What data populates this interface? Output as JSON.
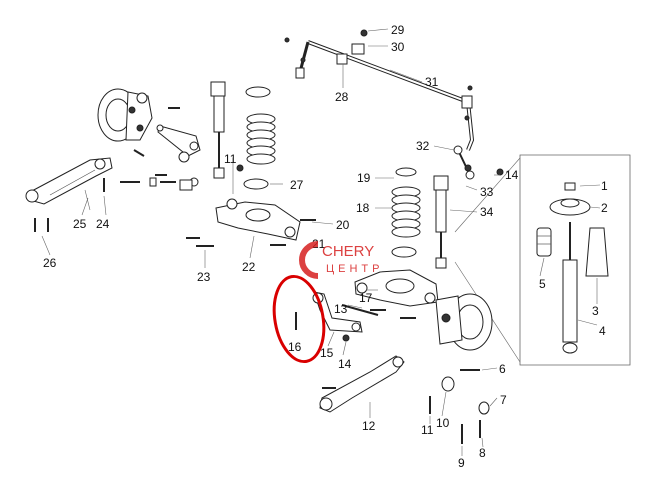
{
  "diagram": {
    "callouts": [
      "1",
      "2",
      "3",
      "4",
      "5",
      "6",
      "7",
      "8",
      "9",
      "10",
      "11",
      "12",
      "13",
      "14",
      "15",
      "16",
      "17",
      "18",
      "19",
      "20",
      "21",
      "22",
      "23",
      "24",
      "25",
      "26",
      "27",
      "28",
      "29",
      "30",
      "31",
      "32",
      "33",
      "34"
    ],
    "watermark": {
      "line1": "CHERY",
      "line2": "ЦЕНТР"
    },
    "highlight_color": "#d90000",
    "watermark_color": "#d62020"
  }
}
